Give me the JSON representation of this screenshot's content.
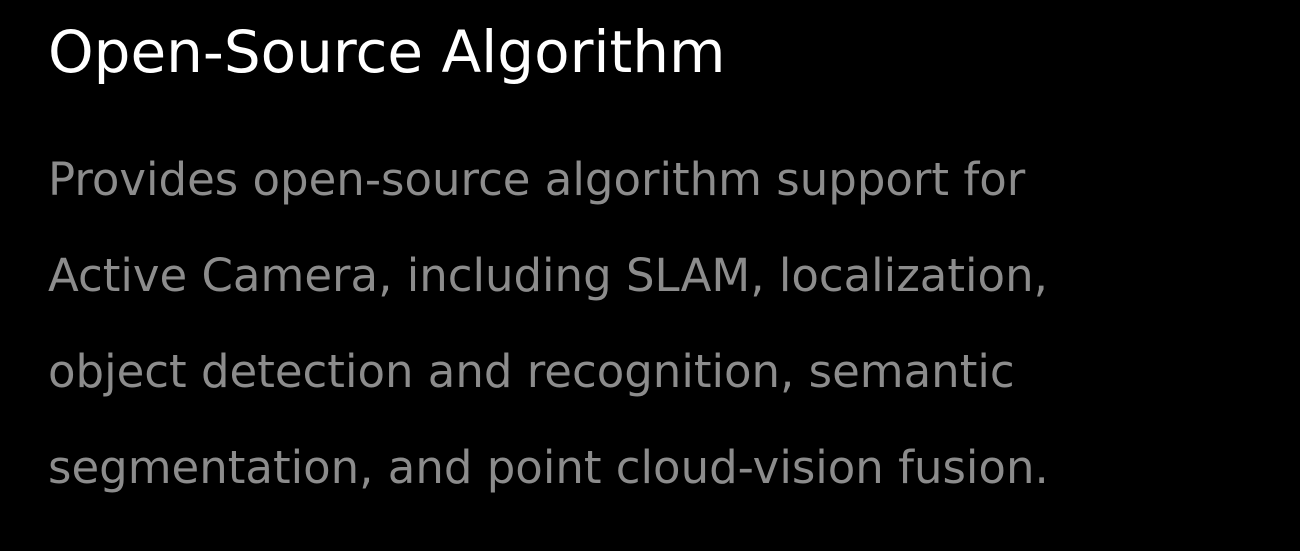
{
  "colors": {
    "background": "#000000",
    "title": "#ffffff",
    "description": "#8c8c8c"
  },
  "section": {
    "title": "Open-Source Algorithm",
    "description_lines": [
      "Provides open-source algorithm support for",
      "Active Camera, including SLAM, localization,",
      "object detection and recognition, semantic",
      "segmentation, and point cloud-vision fusion."
    ]
  }
}
